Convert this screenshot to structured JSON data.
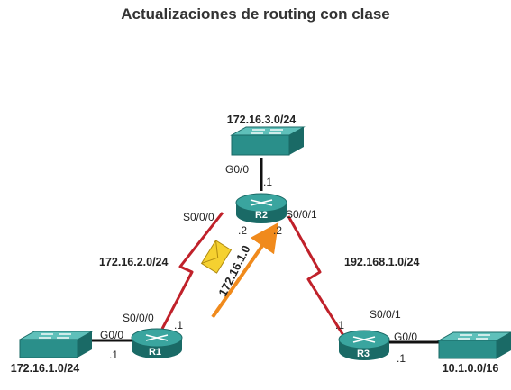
{
  "title": "Actualizaciones de routing con clase",
  "colors": {
    "device": "#2a8f8a",
    "device_dark": "#1a6a66",
    "serial_link": "#c0212a",
    "ethernet_link": "#111111",
    "arrow": "#f08a1c",
    "envelope": "#f5d130"
  },
  "networks": {
    "r2_lan": "172.16.3.0/24",
    "r1_lan": "172.16.1.0/24",
    "r3_lan": "10.1.0.0/16",
    "r1_r2": "172.16.2.0/24",
    "r2_r3": "192.168.1.0/24"
  },
  "routers": {
    "r1": "R1",
    "r2": "R2",
    "r3": "R3"
  },
  "interfaces": {
    "r2_g00": "G0/0",
    "r2_g00_ip": ".1",
    "r2_s000": "S0/0/0",
    "r2_s000_ip": ".2",
    "r2_s001": "S0/0/1",
    "r2_s001_ip": ".2",
    "r1_s000": "S0/0/0",
    "r1_s000_ip": ".1",
    "r1_g00": "G0/0",
    "r1_g00_ip": ".1",
    "r3_s001": "S0/0/1",
    "r3_s001_ip": ".1",
    "r3_g00": "G0/0",
    "r3_g00_ip": ".1"
  },
  "update": {
    "network": "172.16.1.0"
  },
  "icons": {
    "router": "router-icon",
    "switch": "switch-icon",
    "envelope": "envelope-icon",
    "arrow": "update-arrow-icon"
  }
}
